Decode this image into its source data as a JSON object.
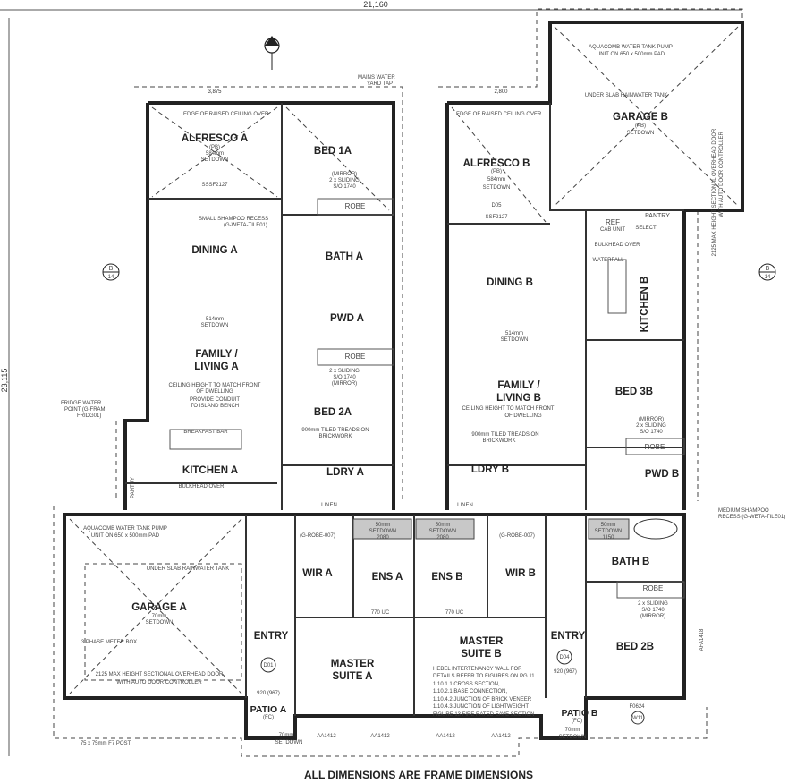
{
  "plan": {
    "overall_width": "21,160",
    "overall_depth": "23,115",
    "footer": "ALL DIMENSIONS ARE FRAME DIMENSIONS",
    "dims": {
      "alfresco_a_width": "3,875",
      "alfresco_b_width": "2,800",
      "mains_water": "MAINS WATER",
      "yard_tap": "YARD TAP"
    },
    "unit_a": {
      "alfresco": {
        "name": "ALFRESCO A",
        "sub": [
          "(PB)",
          "584mm",
          "SETDOWN",
          "SSSF2127"
        ],
        "note": "EDGE OF RAISED CEILING OVER"
      },
      "bed1": {
        "name": "BED 1A",
        "sub": [
          "(MIRROR)",
          "2 x SLIDING",
          "S/O 1740"
        ],
        "robe": "ROBE"
      },
      "bath": {
        "name": "BATH A",
        "note": "SMALL SHAMPOO RECESS",
        "note2": "(G-WETA-TILE01)"
      },
      "pwd": {
        "name": "PWD A"
      },
      "bed2": {
        "name": "BED 2A",
        "sub": [
          "2 x SLIDING",
          "S/O 1740",
          "(MIRROR)"
        ],
        "robe": "ROBE",
        "note": "900mm TILED TREADS ON",
        "note2": "BRICKWORK"
      },
      "dining": {
        "name": "DINING A"
      },
      "family": {
        "name": "FAMILY /",
        "name2": "LIVING A",
        "sub": [
          "514mm",
          "SETDOWN"
        ],
        "note": [
          "CEILING HEIGHT TO MATCH FRONT",
          "OF DWELLING",
          "PROVIDE CONDUIT",
          "TO ISLAND BENCH"
        ]
      },
      "kitchen": {
        "name": "KITCHEN A",
        "sub": [
          "BREAKFAST BAR",
          "BULKHEAD OVER",
          "PANTRY"
        ],
        "fridge": [
          "FRIDGE WATER",
          "POINT (G-FRAM",
          "FRIDG01)"
        ]
      },
      "laundry": {
        "name": "LDRY A",
        "linen": "LINEN"
      },
      "garage": {
        "name": "GARAGE A",
        "sub": [
          "70mm",
          "SETDOWN"
        ],
        "notes": [
          "AQUACOMB WATER TANK PUMP",
          "UNIT ON 650 x 500mm PAD",
          "UNDER SLAB RAINWATER TANK",
          "3 PHASE METER BOX",
          "2125 MAX HEIGHT SECTIONAL OVERHEAD DOOR",
          "WITH AUTO DOOR CONTROLLER"
        ],
        "post": "75 x 75mm F7 POST"
      },
      "wir": {
        "name": "WIR A",
        "robe": "(G-ROBE-007)"
      },
      "ens": {
        "name": "ENS A",
        "sub": [
          "50mm",
          "SETDOWN",
          "2080"
        ],
        "uc": "770 UC"
      },
      "entry": {
        "name": "ENTRY",
        "door": "D01",
        "size": "920 (967)"
      },
      "master": {
        "name": "MASTER",
        "name2": "SUITE A"
      },
      "patio": {
        "name": "PATIO A",
        "sub": [
          "(FC)",
          "70mm",
          "SETDOWN"
        ],
        "win": "AA1412"
      }
    },
    "unit_b": {
      "alfresco": {
        "name": "ALFRESCO B",
        "sub": [
          "(PB)",
          "584mm",
          "SETDOWN",
          "D05",
          "SSF2127"
        ],
        "note": "EDGE OF RAISED CEILING OVER"
      },
      "garage": {
        "name": "GARAGE B",
        "sub": [
          "(PB)",
          "SETDOWN"
        ],
        "notes": [
          "AQUACOMB WATER TANK PUMP",
          "UNIT ON 650 x 500mm PAD",
          "UNDER SLAB RAINWATER TANK",
          "2125 MAX HEIGHT SECTIONAL OVERHEAD DOOR",
          "WITH AUTO DOOR CONTROLLER"
        ]
      },
      "kitchen": {
        "name": "KITCHEN B",
        "sub": [
          "PANTRY",
          "REF",
          "CAB UNIT",
          "SELECT",
          "BULKHEAD OVER",
          "WATERFALL"
        ]
      },
      "dining": {
        "name": "DINING B"
      },
      "family": {
        "name": "FAMILY /",
        "name2": "LIVING B",
        "sub": [
          "514mm",
          "SETDOWN"
        ],
        "note": [
          "CEILING HEIGHT TO MATCH FRONT",
          "OF DWELLING"
        ],
        "treads": [
          "900mm TILED TREADS ON",
          "BRICKWORK"
        ]
      },
      "bed3": {
        "name": "BED 3B",
        "sub": [
          "(MIRROR)",
          "2 x SLIDING",
          "S/O 1740"
        ],
        "robe": "ROBE"
      },
      "pwd": {
        "name": "PWD B"
      },
      "laundry": {
        "name": "LDRY B",
        "linen": "LINEN"
      },
      "ens": {
        "name": "ENS B",
        "sub": [
          "50mm",
          "SETDOWN",
          "2080"
        ],
        "uc": "770 UC"
      },
      "wir": {
        "name": "WIR B",
        "robe": "(G-ROBE-007)"
      },
      "entry": {
        "name": "ENTRY",
        "door": "D04",
        "size": "920 (967)"
      },
      "bath": {
        "name": "BATH B",
        "sub": [
          "50mm",
          "SETDOWN",
          "1150"
        ],
        "note": [
          "MEDIUM SHAMPOO",
          "RECESS (G-WETA-TILE01)"
        ]
      },
      "bed2": {
        "name": "BED 2B",
        "sub": [
          "2 x SLIDING",
          "S/O 1740",
          "(MIRROR)"
        ],
        "robe": "ROBE",
        "win": "AFA1418"
      },
      "master": {
        "name": "MASTER",
        "name2": "SUITE B",
        "notes": [
          "HEBEL INTERTENANCY WALL FOR",
          "DETAILS REFER TO FIGURES ON PG 11",
          "1.10.1.1 CROSS SECTION,",
          "1.10.2.1 BASE CONNECTION,",
          "1.10.4.2 JUNCTION OF BRICK VENEER",
          "1.10.4.3 JUNCTION OF LIGHTWEIGHT",
          "FIGURE 13 FIRE RATED EAVE SECTION"
        ]
      },
      "patio": {
        "name": "PATIO B",
        "sub": [
          "(FC)",
          "70mm",
          "SETDOWN"
        ],
        "win": "F0624",
        "win2": "W11"
      }
    },
    "section_marker": "B",
    "section_sheet": "14"
  }
}
